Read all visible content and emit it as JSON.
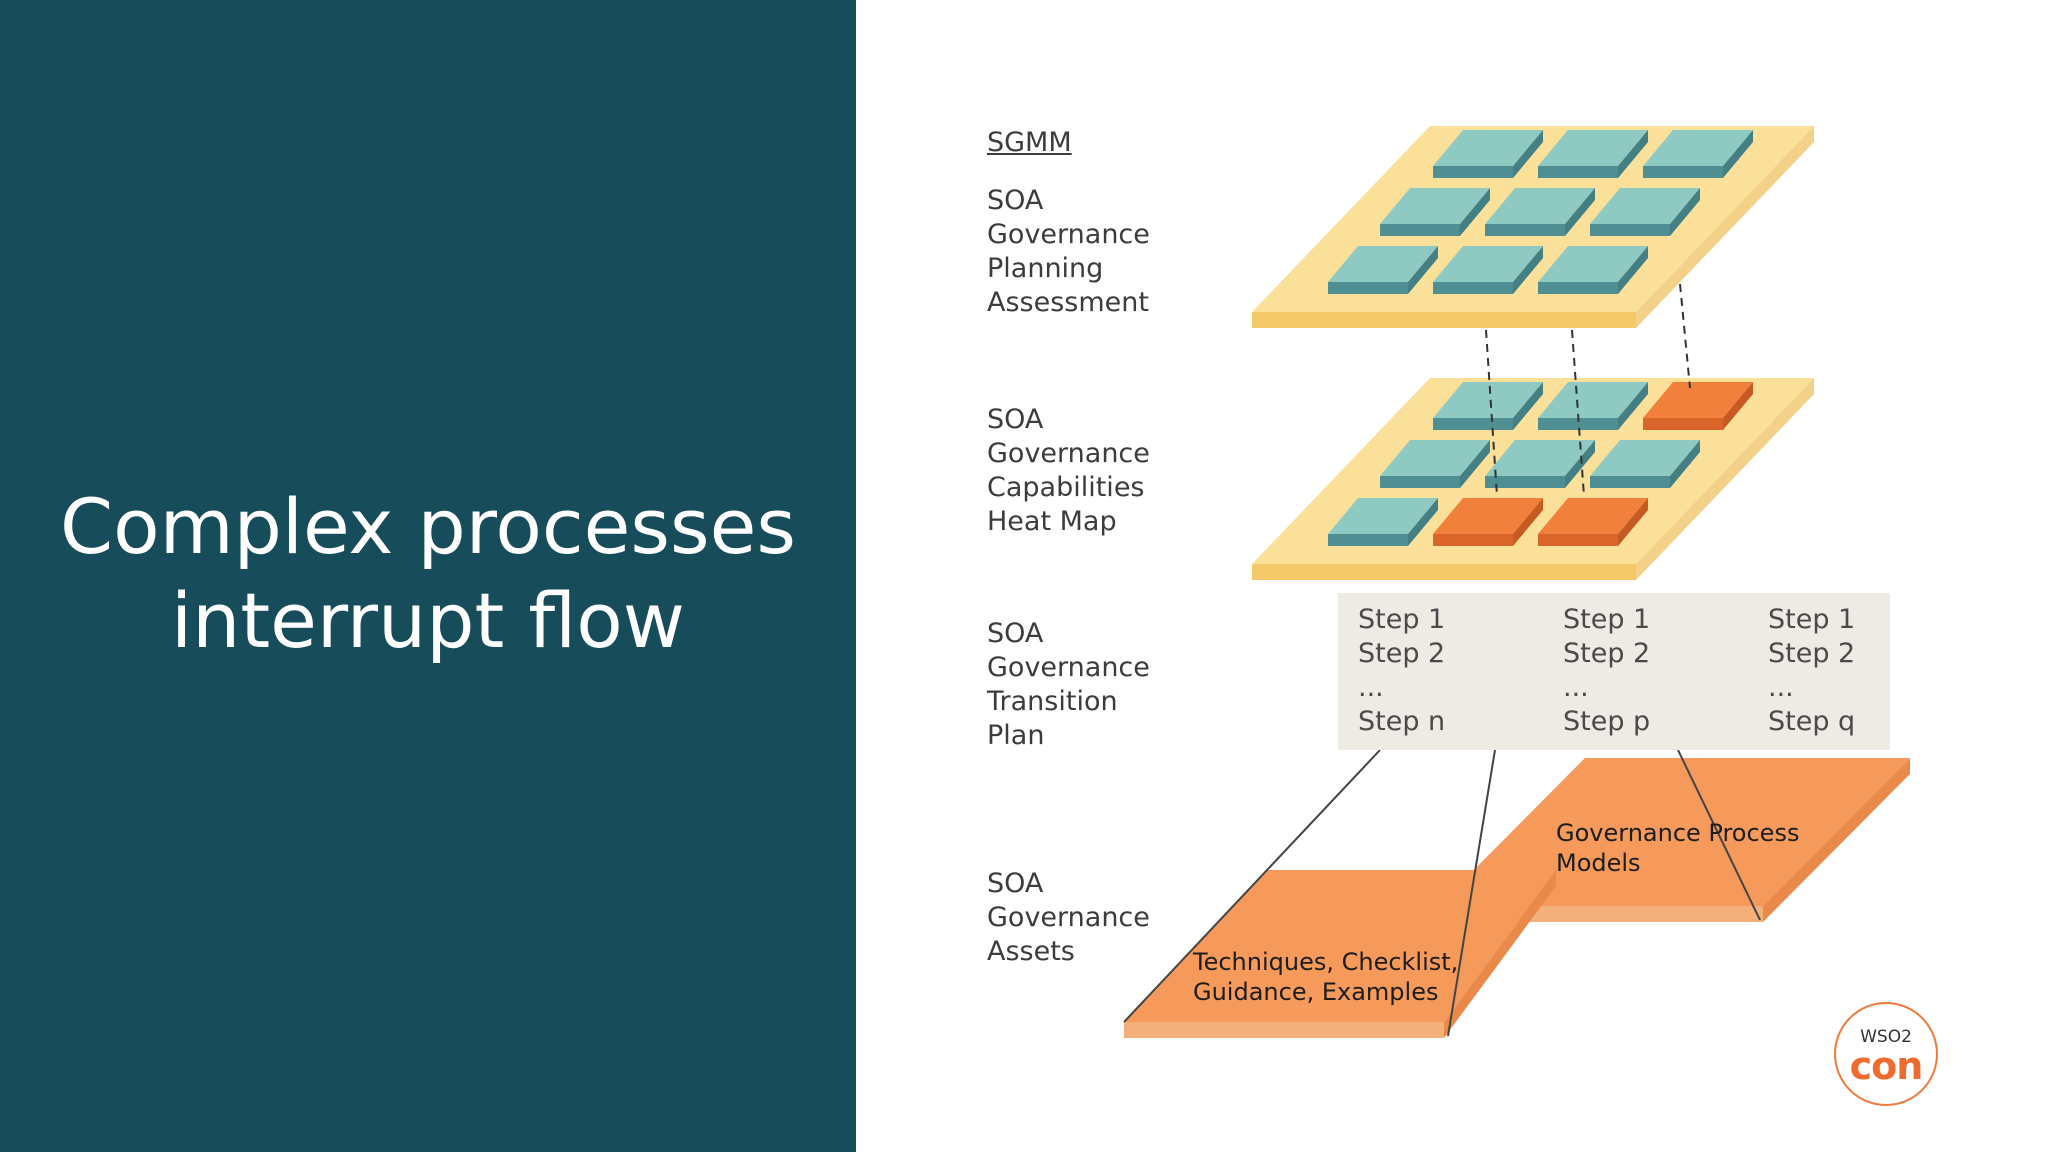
{
  "slide": {
    "title_line1": "Complex processes",
    "title_line2": "interrupt flow"
  },
  "diagram": {
    "heading": "SGMM",
    "layers": [
      {
        "lines": [
          "SOA",
          "Governance",
          "Planning",
          "Assessment"
        ]
      },
      {
        "lines": [
          "SOA",
          "Governance",
          "Capabilities",
          "Heat Map"
        ]
      },
      {
        "lines": [
          "SOA",
          "Governance",
          "Transition",
          "Plan"
        ]
      },
      {
        "lines": [
          "SOA",
          "Governance",
          "Assets"
        ]
      }
    ],
    "heat_map_highlighted": [
      "row1-col3",
      "row3-col2",
      "row3-col3"
    ],
    "step_columns": [
      {
        "lines": [
          "Step 1",
          "Step 2",
          "...",
          "Step n"
        ]
      },
      {
        "lines": [
          "Step 1",
          "Step 2",
          "...",
          "Step p"
        ]
      },
      {
        "lines": [
          "Step 1",
          "Step 2",
          "...",
          "Step q"
        ]
      }
    ],
    "assets": {
      "process_models": [
        "Governance Process",
        "Models"
      ],
      "techniques": [
        "Techniques, Checklist,",
        "Guidance, Examples"
      ]
    }
  },
  "logo": {
    "top": "WSO2",
    "bottom": "con"
  },
  "colors": {
    "left_panel": "#174d5b",
    "platform": "#fbe09a",
    "tile": "#8fcac2",
    "highlight": "#f0803c",
    "asset": "#f59a5a",
    "steps_box": "#eeebe5"
  }
}
